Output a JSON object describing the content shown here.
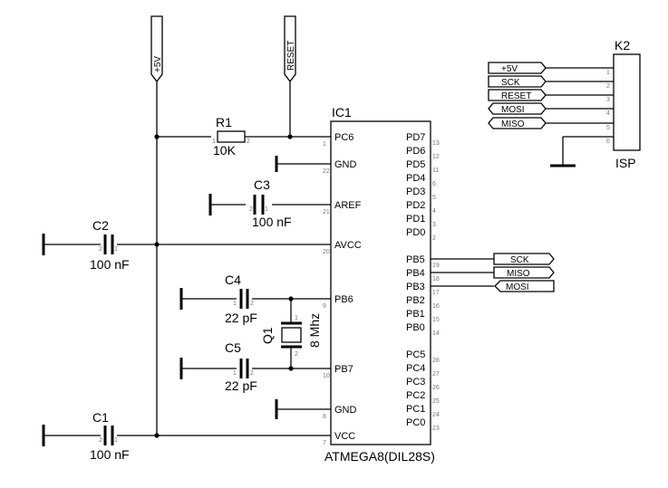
{
  "power": {
    "vcc": "+5V",
    "reset": "RESET"
  },
  "ic": {
    "ref": "IC1",
    "part": "ATMEGA8(DIL28S)",
    "left_pins": [
      {
        "name": "PC6",
        "num": "1"
      },
      {
        "name": "GND",
        "num": "22"
      },
      {
        "name": "AREF",
        "num": "21"
      },
      {
        "name": "AVCC",
        "num": "20"
      },
      {
        "name": "PB6",
        "num": "9"
      },
      {
        "name": "PB7",
        "num": "10"
      },
      {
        "name": "GND",
        "num": "8"
      },
      {
        "name": "VCC",
        "num": "7"
      }
    ],
    "right_pins": [
      {
        "name": "PD7",
        "num": "13"
      },
      {
        "name": "PD6",
        "num": "12"
      },
      {
        "name": "PD5",
        "num": "11"
      },
      {
        "name": "PD4",
        "num": "6"
      },
      {
        "name": "PD3",
        "num": "5"
      },
      {
        "name": "PD2",
        "num": "4"
      },
      {
        "name": "PD1",
        "num": "3"
      },
      {
        "name": "PD0",
        "num": "2"
      },
      {
        "name": "PB5",
        "num": "19"
      },
      {
        "name": "PB4",
        "num": "18"
      },
      {
        "name": "PB3",
        "num": "17"
      },
      {
        "name": "PB2",
        "num": "16"
      },
      {
        "name": "PB1",
        "num": "15"
      },
      {
        "name": "PB0",
        "num": "14"
      },
      {
        "name": "PC5",
        "num": "28"
      },
      {
        "name": "PC4",
        "num": "27"
      },
      {
        "name": "PC3",
        "num": "26"
      },
      {
        "name": "PC2",
        "num": "25"
      },
      {
        "name": "PC1",
        "num": "24"
      },
      {
        "name": "PC0",
        "num": "23"
      }
    ]
  },
  "components": {
    "r1": {
      "ref": "R1",
      "value": "10K",
      "pin1": "1",
      "pin2": "2"
    },
    "c3": {
      "ref": "C3",
      "value": "100 nF",
      "pin1": "1",
      "pin2": "2"
    },
    "c2": {
      "ref": "C2",
      "value": "100 nF",
      "pin1": "1",
      "pin2": "2"
    },
    "c4": {
      "ref": "C4",
      "value": "22 pF",
      "pin1": "1",
      "pin2": "2"
    },
    "c5": {
      "ref": "C5",
      "value": "22 pF",
      "pin1": "1",
      "pin2": "2"
    },
    "c1": {
      "ref": "C1",
      "value": "100 nF",
      "pin1": "1",
      "pin2": "2"
    },
    "q1": {
      "ref": "Q1",
      "value": "8 Mhz",
      "pin1": "1",
      "pin2": "2"
    }
  },
  "isp_connector": {
    "ref": "K2",
    "name": "ISP",
    "pins": [
      {
        "signal": "+5V",
        "num": "1"
      },
      {
        "signal": "SCK",
        "num": "2"
      },
      {
        "signal": "RESET",
        "num": "3"
      },
      {
        "signal": "MOSI",
        "num": "4"
      },
      {
        "signal": "MISO",
        "num": "5"
      },
      {
        "signal": "",
        "num": "6"
      }
    ]
  },
  "spi_labels": {
    "sck": "SCK",
    "miso": "MISO",
    "mosi": "MOSI"
  },
  "colors": {
    "ink": "#000000",
    "pin_number": "#777777",
    "background": "#ffffff"
  }
}
